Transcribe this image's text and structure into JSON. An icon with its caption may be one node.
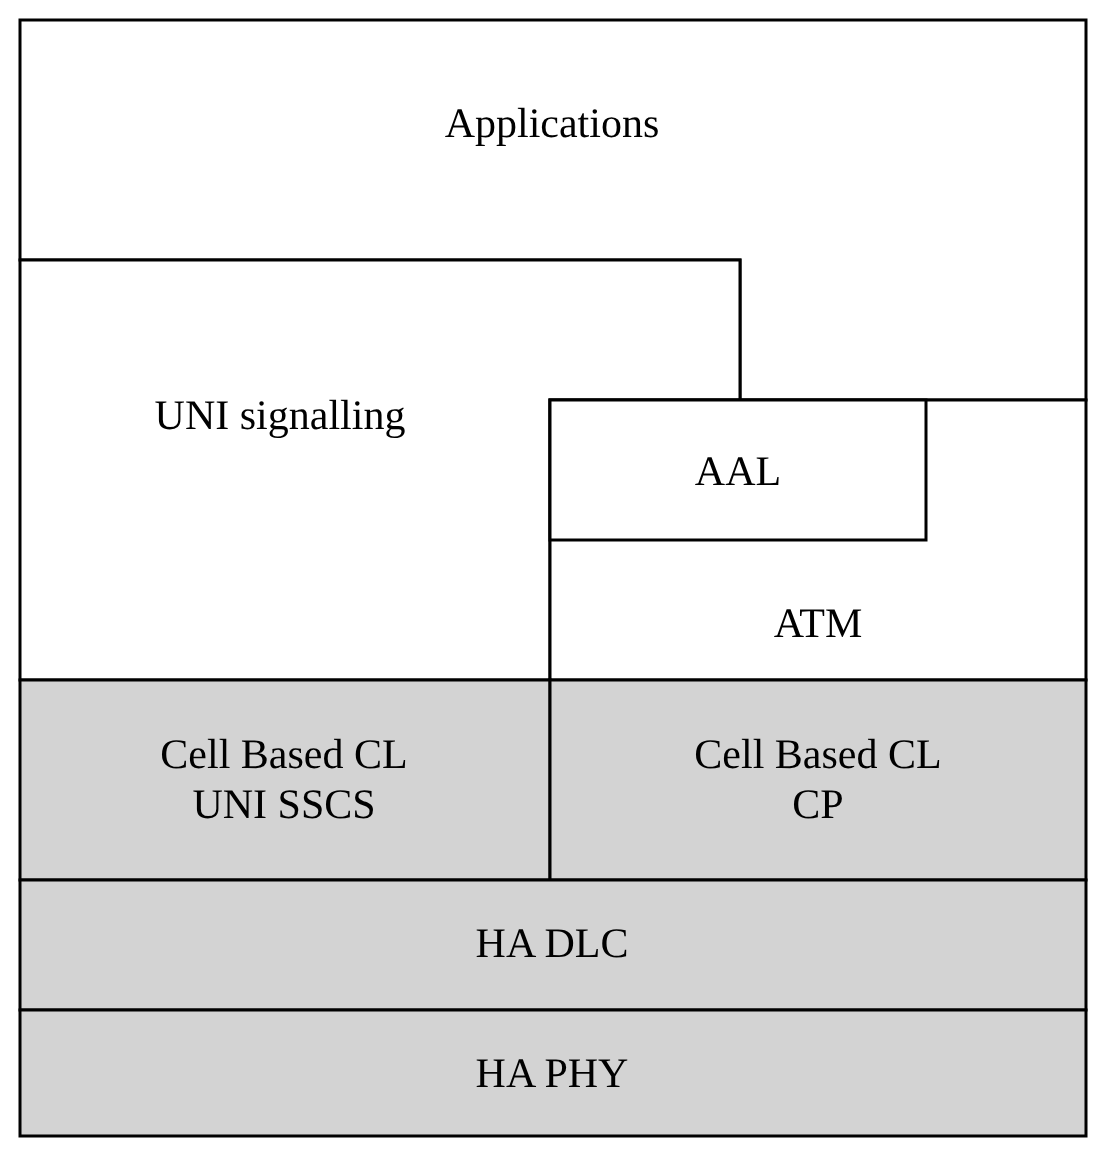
{
  "diagram": {
    "nodes": [
      {
        "text": [
          "Applications"
        ]
      },
      {
        "text": [
          "UNI signalling"
        ]
      },
      {
        "text": [
          "ATM"
        ]
      },
      {
        "text": [
          "AAL"
        ],
        "in": 2
      },
      {
        "text": [
          "Cell Based CL UNI SSCS"
        ]
      },
      {
        "text": [
          "Cell Based CL CP"
        ]
      },
      {
        "text": [
          "HA DLC"
        ]
      },
      {
        "text": [
          "HA PHY"
        ]
      }
    ]
  }
}
